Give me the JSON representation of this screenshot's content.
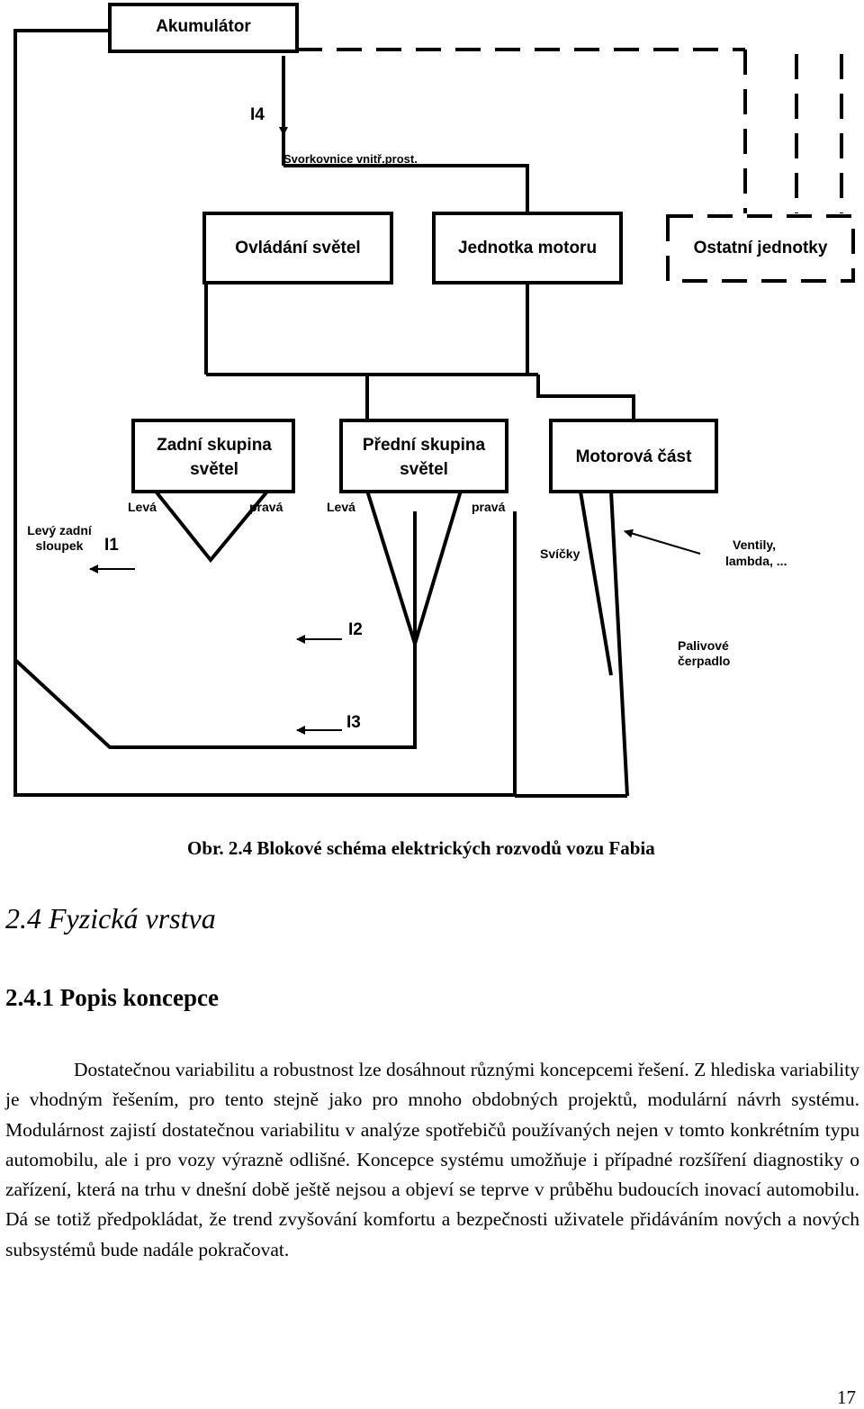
{
  "diagram": {
    "boxes": {
      "akumulator": "Akumulátor",
      "ovladani_svetel": "Ovládání světel",
      "jednotka_motoru": "Jednotka motoru",
      "ostatni_jednotky": "Ostatní jednotky",
      "zadni_skupina": [
        "Zadní skupina",
        "světel"
      ],
      "predni_skupina": [
        "Přední skupina",
        "světel"
      ],
      "motorova_cast": "Motorová část"
    },
    "labels": {
      "i4": "I4",
      "svorkovnice": "Svorkovnice vnitř.prost.",
      "leva_1": "Levá",
      "prava_1": "pravá",
      "leva_2": "Levá",
      "prava_2": "pravá",
      "levy_zadni_sloupek": [
        "Levý zadní",
        "sloupek"
      ],
      "i1": "I1",
      "svicky": "Svíčky",
      "ventily": [
        "Ventily,",
        "lambda, ..."
      ],
      "i2": "I2",
      "palivove_cerpadlo": [
        "Palivové",
        "čerpadlo"
      ],
      "i3": "I3"
    }
  },
  "caption": "Obr. 2.4 Blokové schéma elektrických rozvodů vozu Fabia",
  "section_heading": "2.4  Fyzická vrstva",
  "subsection_heading": "2.4.1  Popis koncepce",
  "paragraph": "Dostatečnou variabilitu a robustnost lze dosáhnout různými koncepcemi řešení. Z hlediska variability je vhodným řešením, pro tento stejně jako pro mnoho obdobných projektů, modulární návrh systému. Modulárnost zajistí dostatečnou variabilitu v analýze spotřebičů používaných nejen v tomto konkrétním typu automobilu, ale i pro vozy výrazně odlišné. Koncepce systému umožňuje i případné rozšíření diagnostiky o zařízení, která na trhu v dnešní době ještě nejsou a objeví se teprve v průběhu budoucích inovací automobilu. Dá se totiž předpokládat, že trend zvyšování komfortu a bezpečnosti uživatele přidáváním nových a nových subsystémů bude nadále pokračovat.",
  "page_number": "17"
}
